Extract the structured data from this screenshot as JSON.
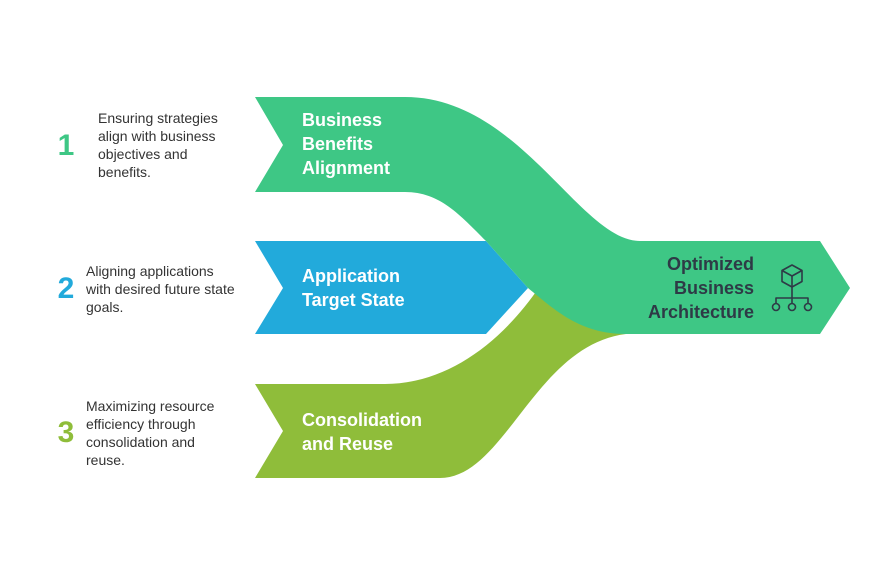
{
  "colors": {
    "green": "#3ec785",
    "blue": "#22aadb",
    "olive": "#8fbd3a",
    "dark": "#2e3a46"
  },
  "steps": [
    {
      "number": "1",
      "description": "Ensuring strategies align with business objectives and benefits.",
      "label_lines": [
        "Business",
        "Benefits",
        "Alignment"
      ]
    },
    {
      "number": "2",
      "description": "Aligning applications with desired future state goals.",
      "label_lines": [
        "Application",
        "Target State"
      ]
    },
    {
      "number": "3",
      "description": "Maximizing resource efficiency through consolidation and reuse.",
      "label_lines": [
        "Consolidation",
        "and Reuse"
      ]
    }
  ],
  "output": {
    "label_lines": [
      "Optimized",
      "Business",
      "Architecture"
    ],
    "icon": "hierarchy-icon"
  }
}
